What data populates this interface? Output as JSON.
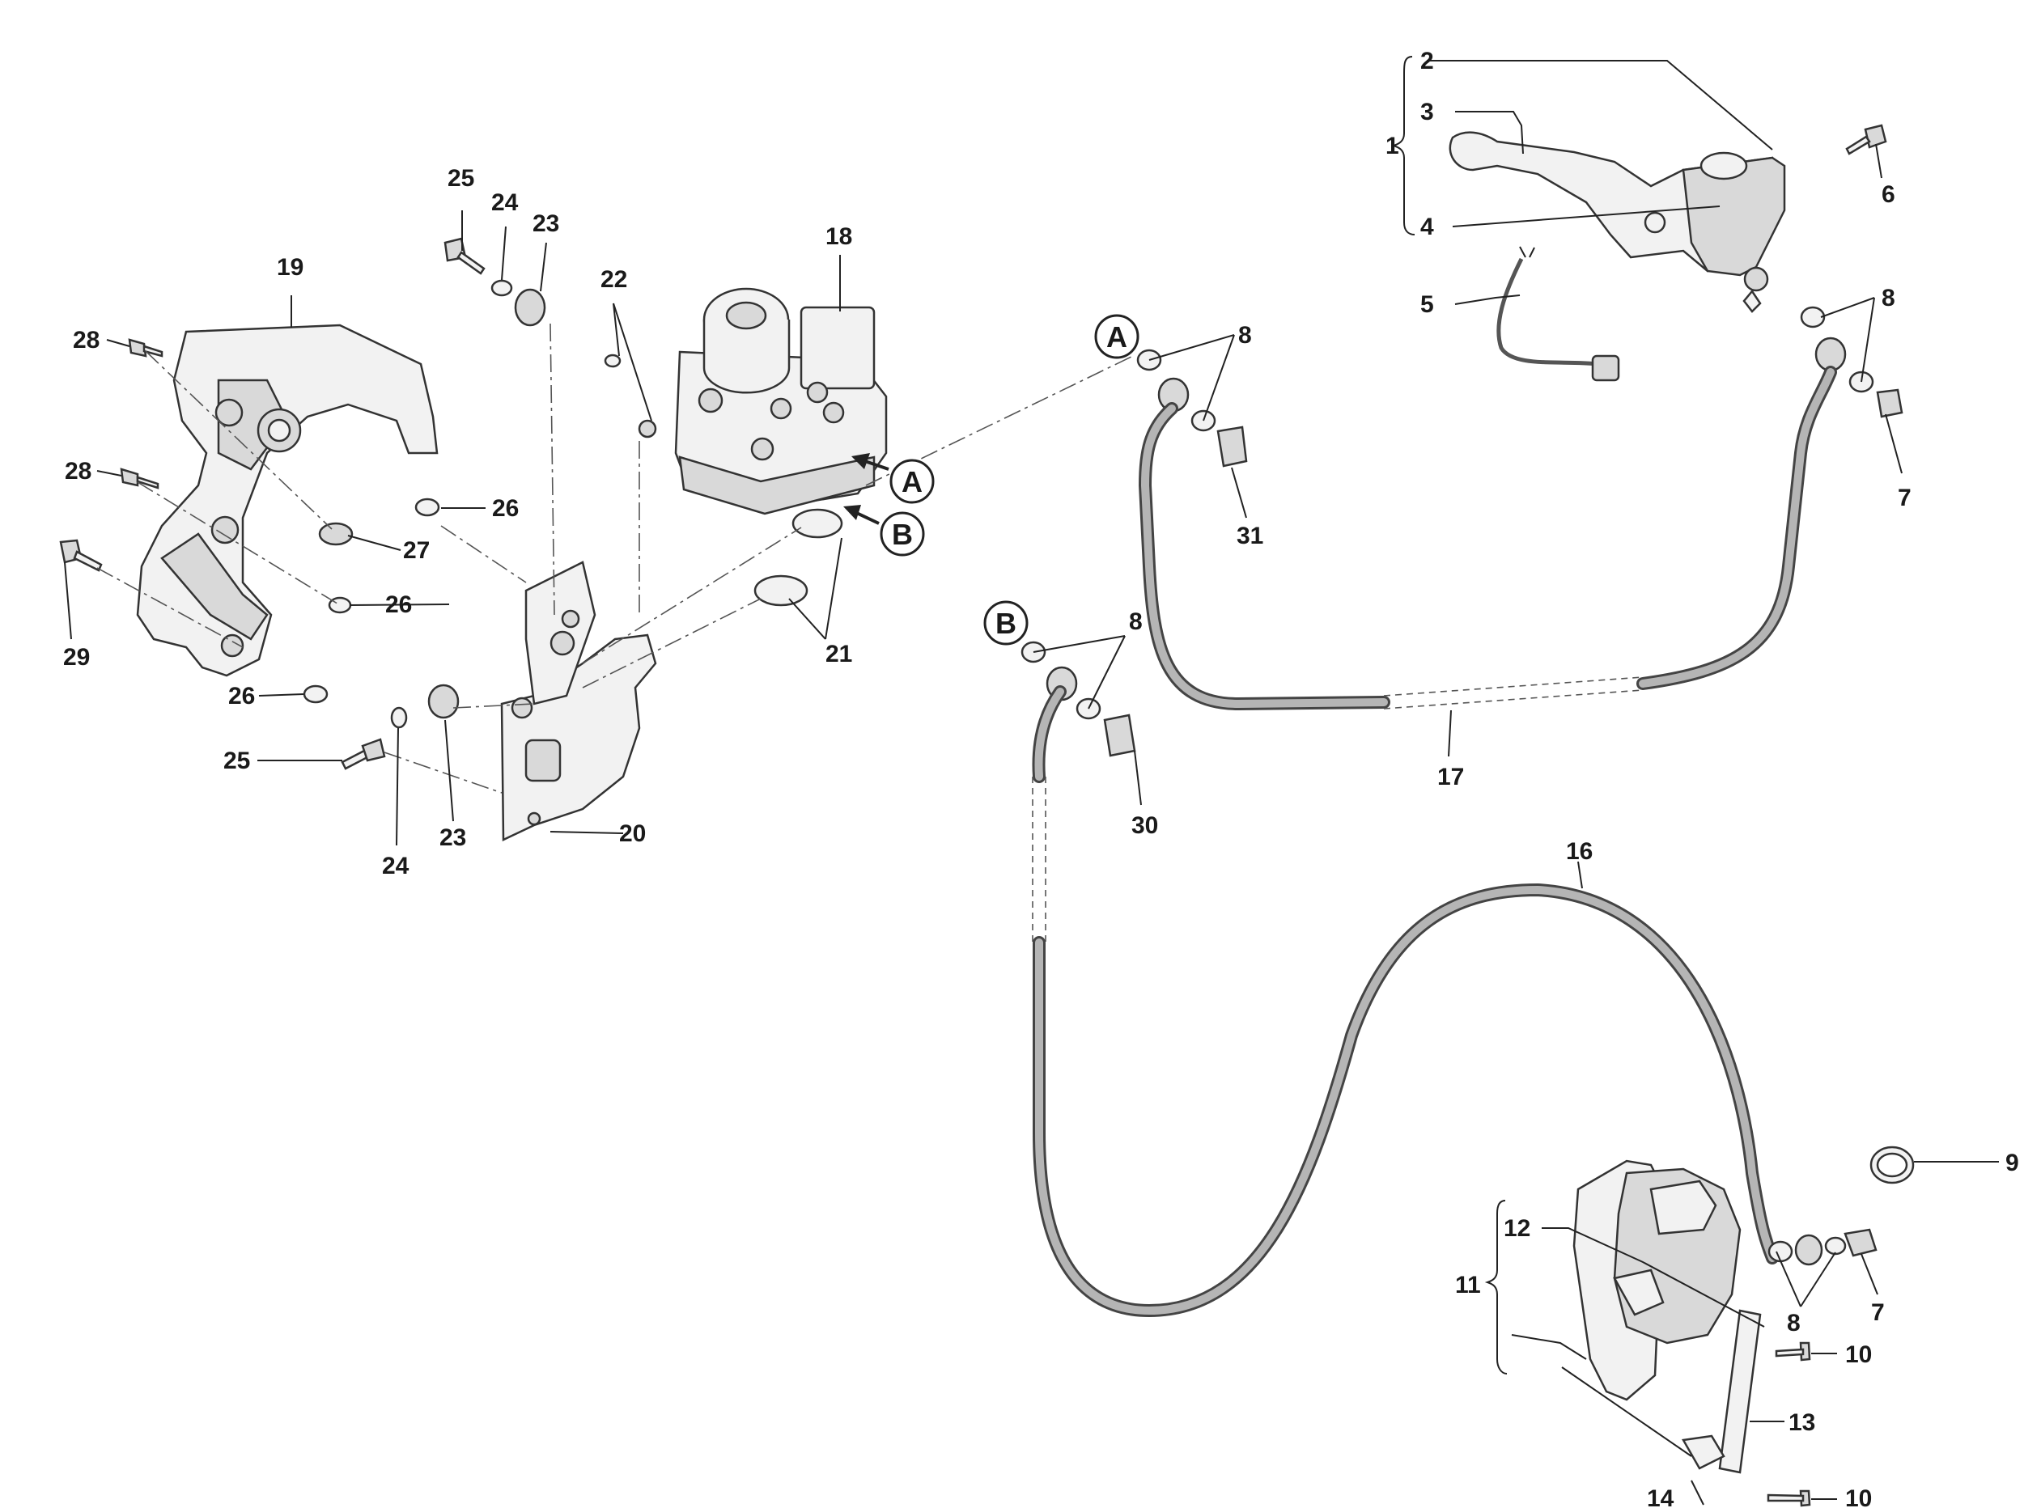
{
  "labels": {
    "n1": "1",
    "n2": "2",
    "n3": "3",
    "n4": "4",
    "n5": "5",
    "n6": "6",
    "n7": "7",
    "n8": "8",
    "n9": "9",
    "n10": "10",
    "n11": "11",
    "n12": "12",
    "n13": "13",
    "n14": "14",
    "n16": "16",
    "n17": "17",
    "n18": "18",
    "n19": "19",
    "n20": "20",
    "n21": "21",
    "n22": "22",
    "n23": "23",
    "n24": "24",
    "n25": "25",
    "n26": "26",
    "n27": "27",
    "n28": "28",
    "n29": "29",
    "n30": "30",
    "n31": "31"
  },
  "markers": {
    "a": "A",
    "b": "B"
  }
}
